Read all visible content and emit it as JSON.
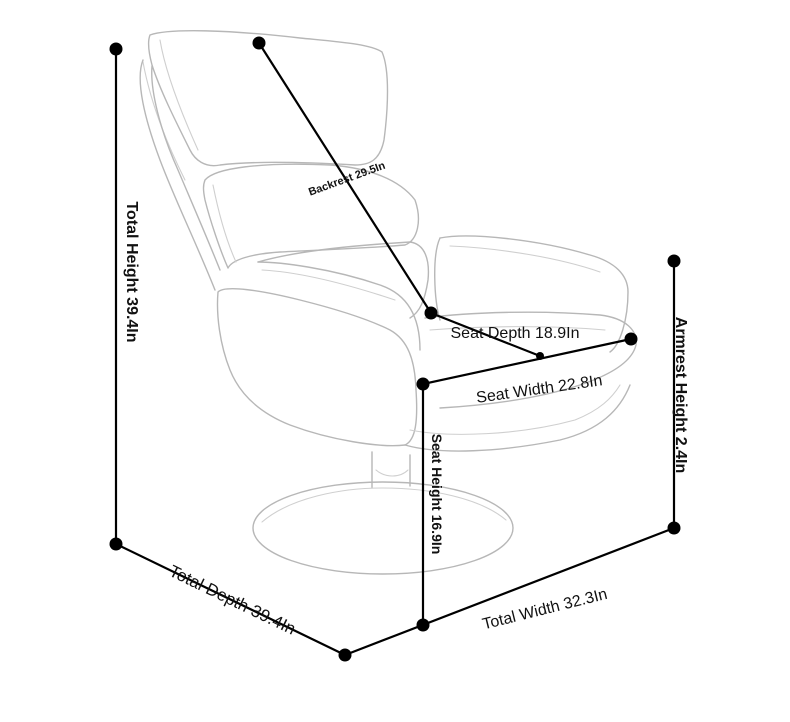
{
  "dimensions": {
    "backrest": "Backrest 29.5In",
    "seat_depth": "Seat Depth 18.9In",
    "seat_width": "Seat Width 22.8In",
    "total_height": "Total Height 39.4In",
    "seat_height": "Seat Height 16.9In",
    "armrest_height": "Armrest Height 2.4In",
    "total_depth": "Total Depth 39.4In",
    "total_width": "Total Width 32.3In"
  }
}
